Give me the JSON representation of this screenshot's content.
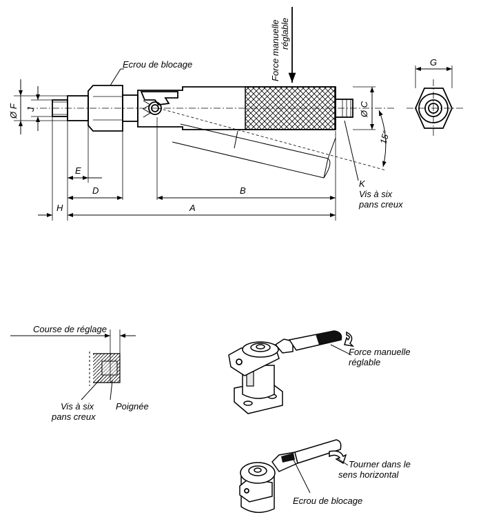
{
  "labels": {
    "ecrou_blocage_top": "Ecrou de blocage",
    "force_line1": "Force manuelle",
    "force_line2": "réglable",
    "angle": "15°",
    "dim_A": "A",
    "dim_B": "B",
    "dim_C": "Ø C",
    "dim_D": "D",
    "dim_E": "E",
    "dim_F": "Ø F",
    "dim_G": "G",
    "dim_H": "H",
    "dim_J": "J",
    "dim_K": "K",
    "vis_line1": "Vis à six",
    "vis_line2": "pans creux",
    "course": "Course de réglage",
    "detail_vis_line1": "Vis à six",
    "detail_vis_line2": "pans creux",
    "poignee": "Poignée",
    "force2_line1": "Force manuelle",
    "force2_line2": "réglable",
    "tourner_line1": "Tourner dans le",
    "tourner_line2": "sens horizontal",
    "ecrou_blocage_bottom": "Ecrou de blocage"
  }
}
